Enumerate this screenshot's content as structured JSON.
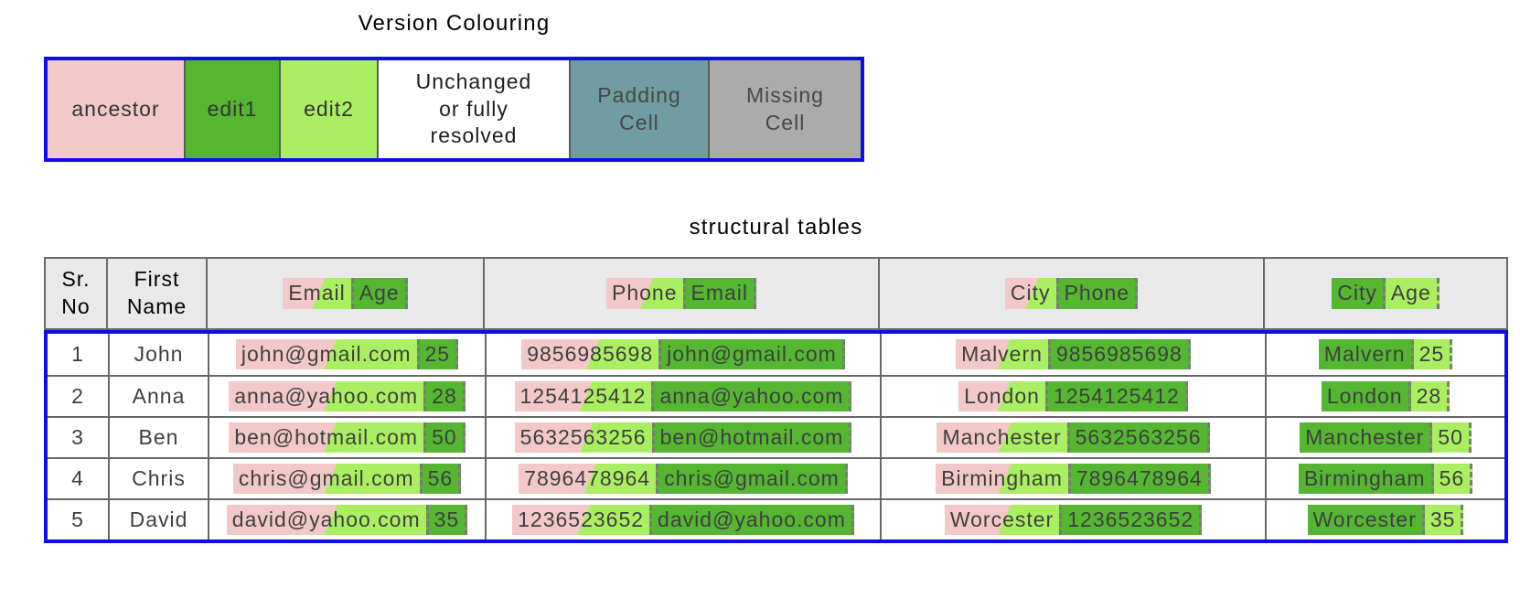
{
  "colors": {
    "ancestor_pink": "#f2c8c8",
    "edit1_green": "#55b632",
    "edit2_green": "#aaef61",
    "padding_teal": "#6f9da3",
    "missing_gray": "#ababab",
    "blue_border": "#0d0def",
    "grid_gray": "#686868",
    "header_bg": "#e9e9e9"
  },
  "legend": {
    "title": "Version Colouring",
    "cells": [
      {
        "key": "ancestor",
        "label": "ancestor"
      },
      {
        "key": "edit1",
        "label": "edit1"
      },
      {
        "key": "edit2",
        "label": "edit2"
      },
      {
        "key": "unchanged",
        "label": "Unchanged\nor fully\nresolved"
      },
      {
        "key": "padding",
        "label": "Padding\nCell"
      },
      {
        "key": "missing",
        "label": "Missing\nCell"
      }
    ]
  },
  "table": {
    "title": "structural tables",
    "static_headers": [
      "Sr.\nNo",
      "First\nName"
    ],
    "merged_headers": [
      [
        {
          "text": "Email",
          "type": "chg"
        },
        {
          "text": "Age",
          "type": "add1"
        }
      ],
      [
        {
          "text": "Phone",
          "type": "chg"
        },
        {
          "text": "Email",
          "type": "add1"
        }
      ],
      [
        {
          "text": "City",
          "type": "chg"
        },
        {
          "text": "Phone",
          "type": "add1"
        }
      ],
      [
        {
          "text": "City",
          "type": "add1"
        },
        {
          "text": "Age",
          "type": "add2"
        }
      ]
    ],
    "rows": [
      {
        "sr": "1",
        "first_name": "John",
        "cells": [
          [
            {
              "text": "john@gmail.com",
              "type": "chg"
            },
            {
              "text": "25",
              "type": "add1"
            }
          ],
          [
            {
              "text": "9856985698",
              "type": "chg"
            },
            {
              "text": "john@gmail.com",
              "type": "add1"
            }
          ],
          [
            {
              "text": "Malvern",
              "type": "chg"
            },
            {
              "text": "9856985698",
              "type": "add1"
            }
          ],
          [
            {
              "text": "Malvern",
              "type": "add1"
            },
            {
              "text": "25",
              "type": "add2"
            }
          ]
        ]
      },
      {
        "sr": "2",
        "first_name": "Anna",
        "cells": [
          [
            {
              "text": "anna@yahoo.com",
              "type": "chg"
            },
            {
              "text": "28",
              "type": "add1"
            }
          ],
          [
            {
              "text": "1254125412",
              "type": "chg"
            },
            {
              "text": "anna@yahoo.com",
              "type": "add1"
            }
          ],
          [
            {
              "text": "London",
              "type": "chg"
            },
            {
              "text": "1254125412",
              "type": "add1"
            }
          ],
          [
            {
              "text": "London",
              "type": "add1"
            },
            {
              "text": "28",
              "type": "add2"
            }
          ]
        ]
      },
      {
        "sr": "3",
        "first_name": "Ben",
        "cells": [
          [
            {
              "text": "ben@hotmail.com",
              "type": "chg"
            },
            {
              "text": "50",
              "type": "add1"
            }
          ],
          [
            {
              "text": "5632563256",
              "type": "chg"
            },
            {
              "text": "ben@hotmail.com",
              "type": "add1"
            }
          ],
          [
            {
              "text": "Manchester",
              "type": "chg"
            },
            {
              "text": "5632563256",
              "type": "add1"
            }
          ],
          [
            {
              "text": "Manchester",
              "type": "add1"
            },
            {
              "text": "50",
              "type": "add2"
            }
          ]
        ]
      },
      {
        "sr": "4",
        "first_name": "Chris",
        "cells": [
          [
            {
              "text": "chris@gmail.com",
              "type": "chg"
            },
            {
              "text": "56",
              "type": "add1"
            }
          ],
          [
            {
              "text": "7896478964",
              "type": "chg"
            },
            {
              "text": "chris@gmail.com",
              "type": "add1"
            }
          ],
          [
            {
              "text": "Birmingham",
              "type": "chg"
            },
            {
              "text": "7896478964",
              "type": "add1"
            }
          ],
          [
            {
              "text": "Birmingham",
              "type": "add1"
            },
            {
              "text": "56",
              "type": "add2"
            }
          ]
        ]
      },
      {
        "sr": "5",
        "first_name": "David",
        "cells": [
          [
            {
              "text": "david@yahoo.com",
              "type": "chg"
            },
            {
              "text": "35",
              "type": "add1"
            }
          ],
          [
            {
              "text": "1236523652",
              "type": "chg"
            },
            {
              "text": "david@yahoo.com",
              "type": "add1"
            }
          ],
          [
            {
              "text": "Worcester",
              "type": "chg"
            },
            {
              "text": "1236523652",
              "type": "add1"
            }
          ],
          [
            {
              "text": "Worcester",
              "type": "add1"
            },
            {
              "text": "35",
              "type": "add2"
            }
          ]
        ]
      }
    ]
  }
}
